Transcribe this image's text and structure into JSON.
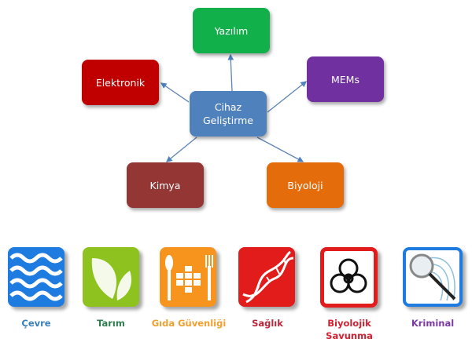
{
  "center": {
    "label": "Cihaz\nGeliştirme",
    "color": "#4f81bd"
  },
  "nodes": [
    {
      "label": "Yazılım",
      "color": "#12b04a"
    },
    {
      "label": "Elektronik",
      "color": "#c00000"
    },
    {
      "label": "MEMs",
      "color": "#7030a0"
    },
    {
      "label": "Kimya",
      "color": "#943634"
    },
    {
      "label": "Biyoloji",
      "color": "#e46c0a"
    }
  ],
  "fields": [
    {
      "label": "Çevre",
      "icon": "waves-icon",
      "color": "#1e7be0",
      "text_color": "#3a7fb8"
    },
    {
      "label": "Tarım",
      "icon": "leaf-icon",
      "color": "#8dc21f",
      "text_color": "#2e7d4f"
    },
    {
      "label": "Gıda Güvenliği",
      "icon": "cutlery-icon",
      "color": "#f7941d",
      "text_color": "#f0a030"
    },
    {
      "label": "Sağlık",
      "icon": "dna-icon",
      "color": "#e21b1b",
      "text_color": "#c0243a"
    },
    {
      "label": "Biyolojik\nSavunma",
      "icon": "biohazard-icon",
      "color": "#e21b1b",
      "text_color": "#d62030"
    },
    {
      "label": "Kriminal",
      "icon": "magnifier-fingerprint-icon",
      "color": "#1e7be0",
      "text_color": "#7a3aa0"
    }
  ]
}
